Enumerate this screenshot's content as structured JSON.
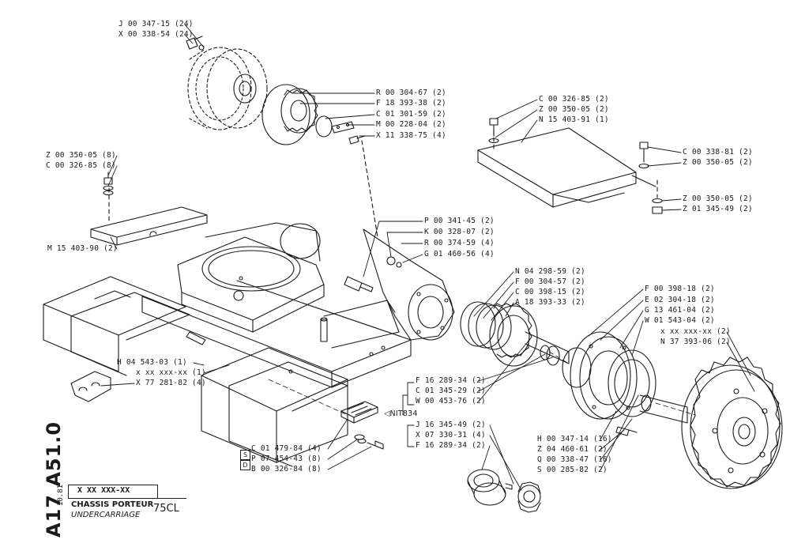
{
  "sheet": {
    "code": "A17 A51.0",
    "date": "10.81",
    "part_ref": "X XX XXX-XX",
    "title_fr": "CHASSIS PORTEUR",
    "title_en": "UNDERCARRIAGE",
    "model": "75CL",
    "nit_ref": "NIT834"
  },
  "labels": {
    "j_00_347_15": "J 00 347-15 (24)",
    "x_00_338_54": "X 00 338-54 (24)",
    "r_00_304_67": "R 00 304-67 (2)",
    "f_18_393_38": "F 18 393-38 (2)",
    "c_01_301_59": "C 01 301-59 (2)",
    "m_00_228_04": "M 00 228-04 (2)",
    "x_11_338_75": "X 11 338-75 (4)",
    "z_00_350_05_8": "Z 00 350-05 (8)",
    "c_00_326_85_8": "C 00 326-85 (8)",
    "m_15_403_90": "M 15 403-90 (2)",
    "c_00_326_85_2": "C 00 326-85 (2)",
    "z_00_350_05_2a": "Z 00 350-05 (2)",
    "n_15_403_91": "N 15 403-91 (1)",
    "c_00_338_81": "C 00 338-81 (2)",
    "z_00_350_05_2b": "Z 00 350-05 (2)",
    "z_00_350_05_2c": "Z 00 350-05 (2)",
    "z_01_345_49": "Z 01 345-49 (2)",
    "p_00_341_45": "P 00 341-45 (2)",
    "k_00_328_07": "K 00 328-07 (2)",
    "r_00_374_59": "R 00 374-59 (4)",
    "g_01_460_56": "G 01 460-56 (4)",
    "n_04_298_59": "N 04 298-59 (2)",
    "f_00_304_57": "F 00 304-57 (2)",
    "c_00_398_15": "C 00 398-15 (2)",
    "a_18_393_33": "A 18 393-33 (2)",
    "f_00_398_18": "F 00 398-18 (2)",
    "e_02_304_18": "E 02 304-18 (2)",
    "g_13_461_04": "G 13 461-04 (2)",
    "w_01_543_04": "W 01 543-04 (2)",
    "x_xx_xxx_xx_2": "x xx xxx-xx (2)",
    "n_37_393_06": "N 37 393-06 (2)",
    "h_04_543_03": "H 04 543-03 (1)",
    "x_xx_xxx_xx_1": "x xx xxx-xx (1)",
    "x_77_281_82": "X 77 281-82 (4)",
    "f_16_289_34_a": "F 16 289-34 (2)",
    "c_01_345_29": "C 01 345-29 (2)",
    "w_00_453_76": "W 00 453-76 (2)",
    "j_16_345_49": "J 16 345-49 (2)",
    "x_07_330_31": "X 07 330-31 (4)",
    "f_16_289_34_b": "F 16 289-34 (2)",
    "h_00_347_14": "H 00 347-14 (16)",
    "z_04_460_61": "Z 04 460-61 (2)",
    "q_00_338_47": "Q 00 338-47 (16)",
    "s_00_285_82": "S 00 285-82 (2)",
    "c_01_479_84": "C 01 479-84 (4)",
    "p_07_454_43": "P 07 454-43 (8)",
    "b_00_326_84": "B 00 326-84 (8)",
    "badge_s": "S",
    "badge_d": "D"
  }
}
